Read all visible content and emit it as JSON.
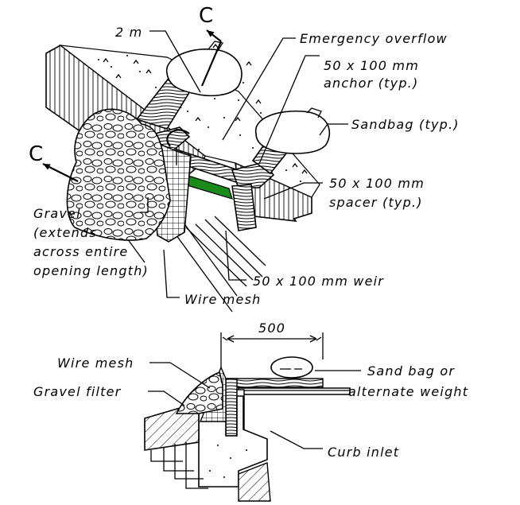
{
  "top_view": {
    "section_mark_right": "C",
    "section_mark_left": "C",
    "labels": {
      "width": "2 m",
      "emergency_overflow": "Emergency overflow",
      "anchor_line1": "50 x 100 mm",
      "anchor_line2": "anchor (typ.)",
      "sandbag": "Sandbag (typ.)",
      "spacer_line1": "50 x 100 mm",
      "spacer_line2": "spacer (typ.)",
      "gravel_line1": "Gravel",
      "gravel_line2": "(extends",
      "gravel_line3": "across entire",
      "gravel_line4": "opening length)",
      "weir": "50 x 100 mm weir",
      "wire_mesh": "Wire mesh"
    },
    "colors": {
      "weir_opening": "#1a8a1a"
    }
  },
  "section_view": {
    "labels": {
      "dimension": "500",
      "wire_mesh": "Wire mesh",
      "gravel_filter": "Gravel filter",
      "sand_bag_line1": "Sand bag or",
      "sand_bag_line2": "alternate weight",
      "curb_inlet": "Curb inlet"
    }
  }
}
